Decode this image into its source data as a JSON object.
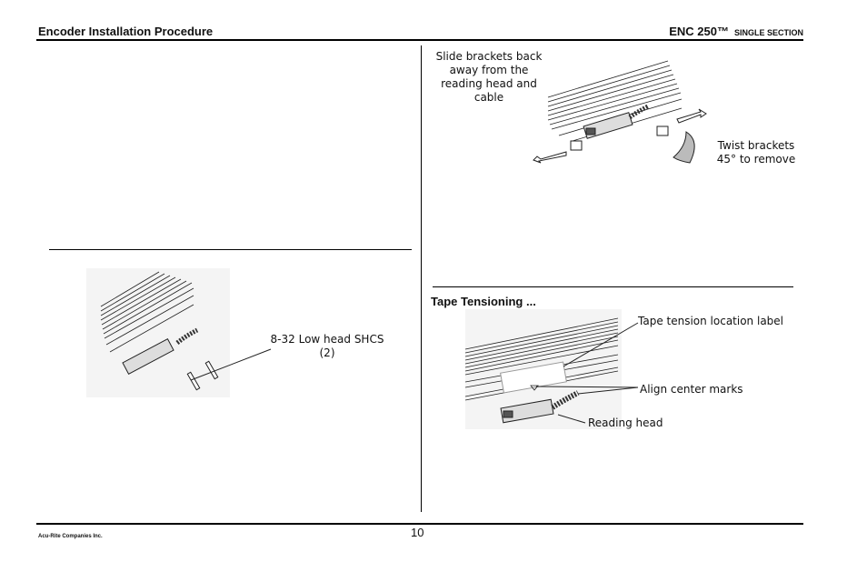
{
  "header": {
    "left_title": "Encoder Installation Procedure",
    "product": "ENC 250™",
    "section": "SINGLE SECTION"
  },
  "figure_top_right": {
    "slide_note": "Slide brackets back away from the reading head and cable",
    "twist_note": "Twist brackets 45° to remove"
  },
  "figure_left": {
    "screws_note": "8-32 Low head SHCS (2)"
  },
  "tape_tensioning": {
    "title": "Tape Tensioning ...",
    "label_location": "Tape tension location label",
    "align_marks": "Align center marks",
    "reading_head": "Reading head"
  },
  "footer": {
    "page_number": "10",
    "company": "Acu-Rite Companies Inc."
  }
}
